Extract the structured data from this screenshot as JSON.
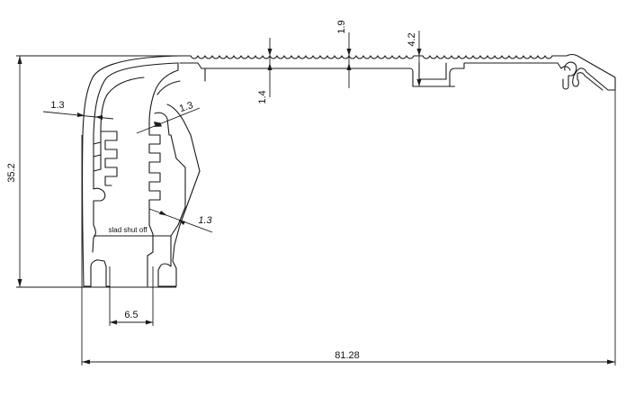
{
  "drawing": {
    "dimensions": {
      "height": "35.2",
      "width": "81.28",
      "base_gap": "6.5",
      "left_wall": "1.3",
      "inner_wall": "1.3",
      "fin_wall": "1.3",
      "top_thickness": "1.4",
      "groove_depth": "1.9",
      "step_height": "4.2"
    },
    "annotations": {
      "slot_note": "slad shut off"
    }
  }
}
